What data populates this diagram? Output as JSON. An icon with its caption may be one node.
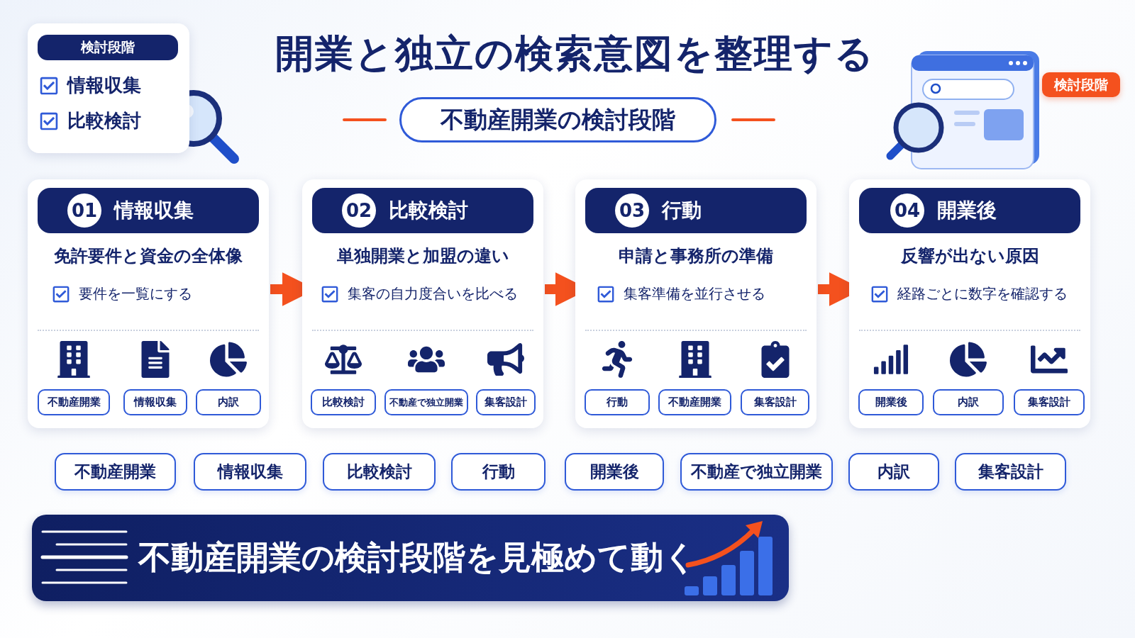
{
  "diagram": {
    "title": "開業と独立の検索意図を整理する",
    "nodes": [
      {
        "text": [
          "情報収集",
          "比較検討"
        ]
      },
      {
        "text": [
          "検討段階"
        ],
        "in": 0
      },
      {
        "text": [
          "不動産開業の検討段階"
        ]
      },
      {
        "text": [
          "検討段階"
        ]
      },
      {
        "text": [
          "免許要件と資金の全体像",
          "要件を一覧にする"
        ]
      },
      {
        "text": [
          "01",
          "情報収集"
        ],
        "in": 4
      },
      {
        "text": [
          "不動産開業"
        ],
        "in": 4
      },
      {
        "text": [
          "情報収集"
        ],
        "in": 4
      },
      {
        "text": [
          "内訳"
        ],
        "in": 4
      },
      {
        "text": [
          "単独開業と加盟の違い",
          "集客の自力度合いを比べる"
        ]
      },
      {
        "text": [
          "02",
          "比較検討"
        ],
        "in": 9
      },
      {
        "text": [
          "比較検討"
        ],
        "in": 9
      },
      {
        "text": [
          "不動産で独立開業"
        ],
        "in": 9
      },
      {
        "text": [
          "集客設計"
        ],
        "in": 9
      },
      {
        "text": [
          "申請と事務所の準備",
          "集客準備を並行させる"
        ]
      },
      {
        "text": [
          "03",
          "行動"
        ],
        "in": 14
      },
      {
        "text": [
          "行動"
        ],
        "in": 14
      },
      {
        "text": [
          "不動産開業"
        ],
        "in": 14
      },
      {
        "text": [
          "集客設計"
        ],
        "in": 14
      },
      {
        "text": [
          "反響が出ない原因",
          "経路ごとに数字を確認する"
        ]
      },
      {
        "text": [
          "04",
          "開業後"
        ],
        "in": 19
      },
      {
        "text": [
          "開業後"
        ],
        "in": 19
      },
      {
        "text": [
          "内訳"
        ],
        "in": 19
      },
      {
        "text": [
          "集客設計"
        ],
        "in": 19
      },
      {
        "text": [
          "不動産開業"
        ]
      },
      {
        "text": [
          "情報収集"
        ]
      },
      {
        "text": [
          "比較検討"
        ]
      },
      {
        "text": [
          "行動"
        ]
      },
      {
        "text": [
          "開業後"
        ]
      },
      {
        "text": [
          "不動産で独立開業"
        ]
      },
      {
        "text": [
          "内訳"
        ]
      },
      {
        "text": [
          "集客設計"
        ]
      },
      {
        "text": [
          "不動産開業の検討段階を見極めて動く"
        ]
      }
    ],
    "edges": [
      {
        "from": 4,
        "to": 9,
        "arrow": "to"
      },
      {
        "from": 9,
        "to": 14,
        "arrow": "to"
      },
      {
        "from": 14,
        "to": 19,
        "arrow": "to"
      }
    ]
  }
}
